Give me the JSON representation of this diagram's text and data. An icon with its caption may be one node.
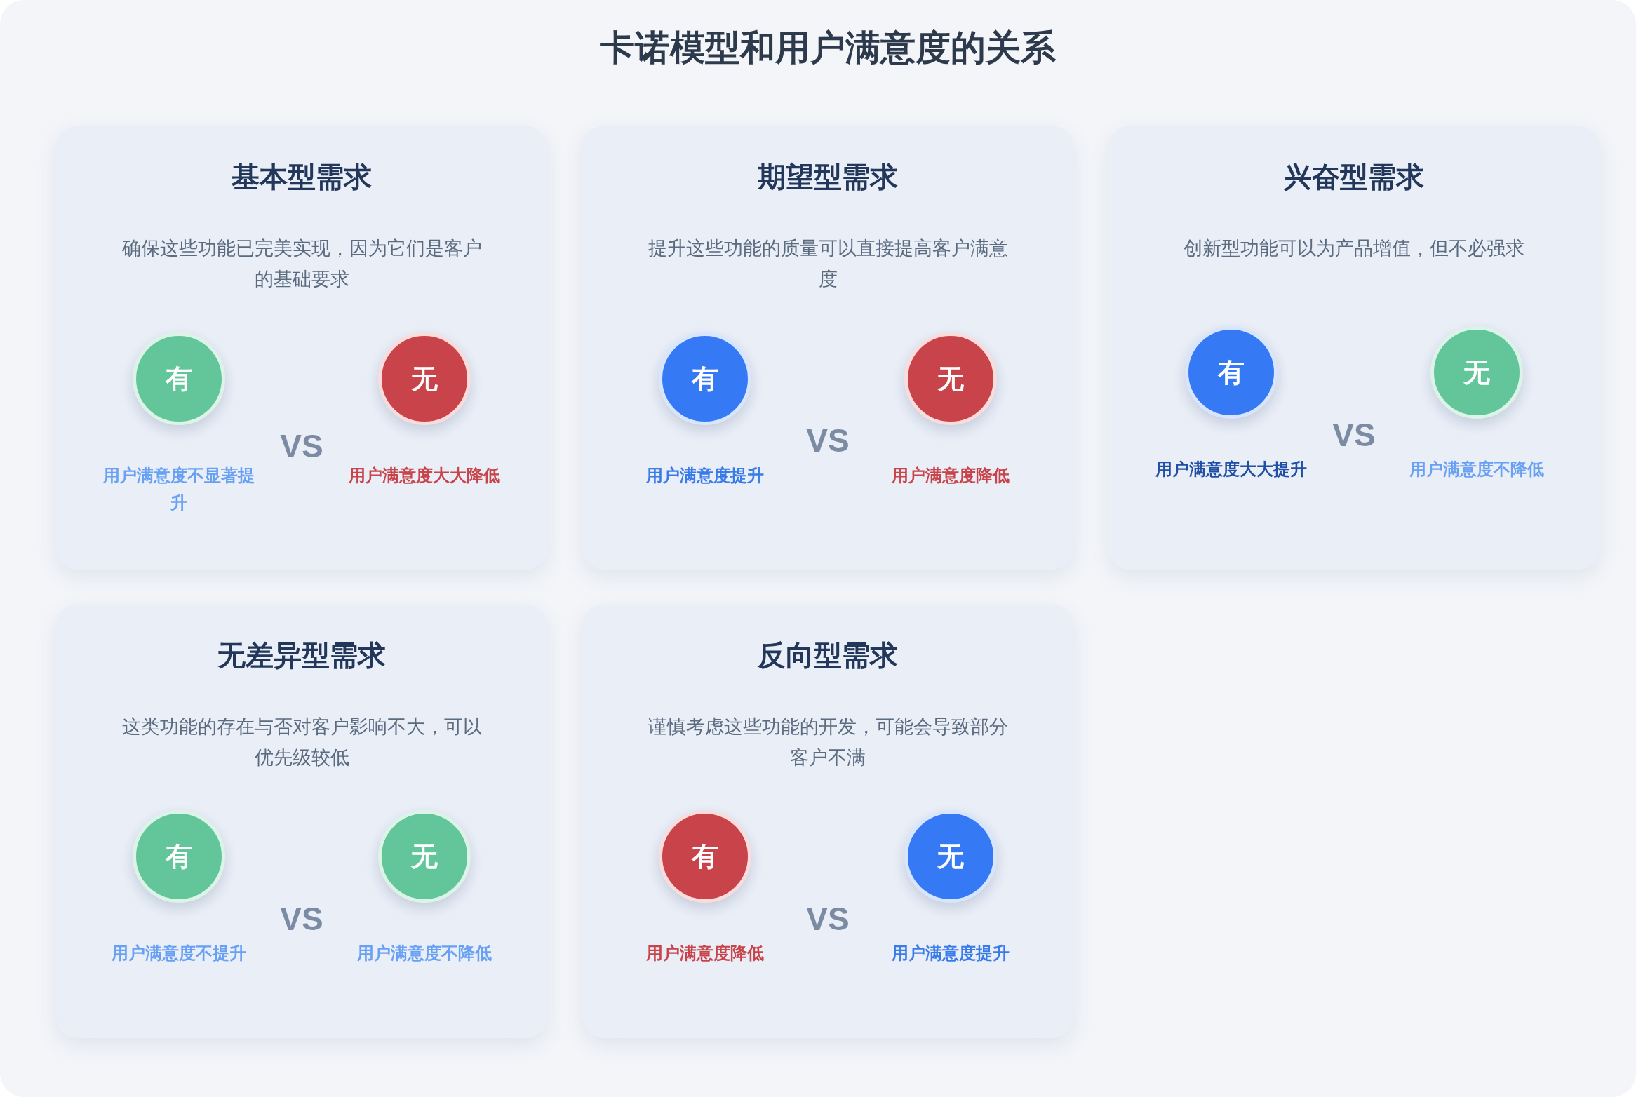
{
  "diagram": {
    "title": "卡诺模型和用户满意度的关系",
    "nodes": [
      {
        "text": [
          "基本型需求",
          "确保这些功能已完美实现，因为它们是客户的基础要求",
          "VS"
        ]
      },
      {
        "text": [
          "有"
        ],
        "in": 0,
        "beside": [
          "用户满意度不显著提升"
        ]
      },
      {
        "text": [
          "无"
        ],
        "in": 0,
        "beside": [
          "用户满意度大大降低"
        ]
      },
      {
        "text": [
          "期望型需求",
          "提升这些功能的质量可以直接提高客户满意度",
          "VS"
        ]
      },
      {
        "text": [
          "有"
        ],
        "in": 3,
        "beside": [
          "用户满意度提升"
        ]
      },
      {
        "text": [
          "无"
        ],
        "in": 3,
        "beside": [
          "用户满意度降低"
        ]
      },
      {
        "text": [
          "兴奋型需求",
          "创新型功能可以为产品增值，但不必强求",
          "VS"
        ]
      },
      {
        "text": [
          "有"
        ],
        "in": 6,
        "beside": [
          "用户满意度大大提升"
        ]
      },
      {
        "text": [
          "无"
        ],
        "in": 6,
        "beside": [
          "用户满意度不降低"
        ]
      },
      {
        "text": [
          "无差异型需求",
          "这类功能的存在与否对客户影响不大，可以优先级较低",
          "VS"
        ]
      },
      {
        "text": [
          "有"
        ],
        "in": 9,
        "beside": [
          "用户满意度不提升"
        ]
      },
      {
        "text": [
          "无"
        ],
        "in": 9,
        "beside": [
          "用户满意度不降低"
        ]
      },
      {
        "text": [
          "反向型需求",
          "谨慎考虑这些功能的开发，可能会导致部分客户不满",
          "VS"
        ]
      },
      {
        "text": [
          "有"
        ],
        "in": 12,
        "beside": [
          "用户满意度降低"
        ]
      },
      {
        "text": [
          "无"
        ],
        "in": 12,
        "beside": [
          "用户满意度提升"
        ]
      }
    ]
  }
}
